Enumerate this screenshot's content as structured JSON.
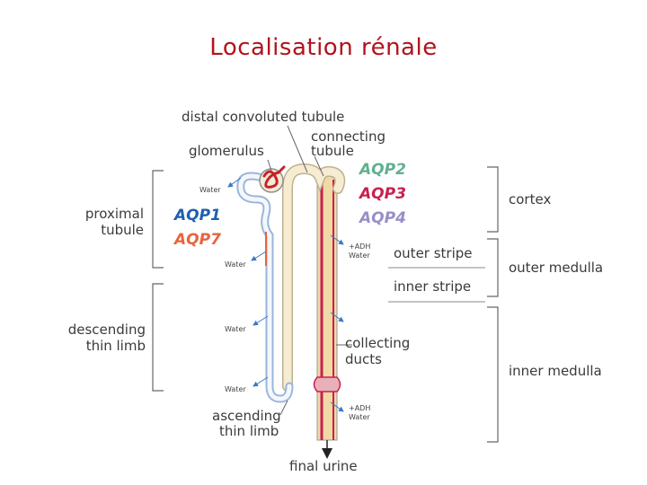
{
  "title": "Localisation rénale",
  "labels": {
    "distal_convoluted_tubule": "distal convoluted tubule",
    "connecting_tubule_line1": "connecting",
    "connecting_tubule_line2": "tubule",
    "glomerulus": "glomerulus",
    "proximal_line1": "proximal",
    "proximal_line2": "tubule",
    "descending_line1": "descending",
    "descending_line2": "thin limb",
    "ascending_line1": "ascending",
    "ascending_line2": "thin limb",
    "collecting_line1": "collecting",
    "collecting_line2": "ducts",
    "final_urine": "final urine",
    "water": "Water",
    "adh_line1": "+ADH",
    "adh_line2": "Water"
  },
  "aquaporins": {
    "aqp1": {
      "label": "AQP1",
      "color": "#1f5fb0"
    },
    "aqp7": {
      "label": "AQP7",
      "color": "#e8643c"
    },
    "aqp2": {
      "label": "AQP2",
      "color": "#5fb08f"
    },
    "aqp3": {
      "label": "AQP3",
      "color": "#c8204e"
    },
    "aqp4": {
      "label": "AQP4",
      "color": "#9a8ec6"
    }
  },
  "zones": {
    "cortex": "cortex",
    "outer_stripe": "outer stripe",
    "inner_stripe": "inner stripe",
    "outer_medulla": "outer medulla",
    "inner_medulla": "inner medulla"
  },
  "colors": {
    "title": "#b0141c",
    "tubule_fill": "#f5ecd2",
    "proximal_blue": "#3a78c8",
    "duct_fill": "#f1d9a6",
    "duct_red": "#c8204e",
    "glomerulus_red": "#c8202a",
    "water_arrow": "#3a78c8"
  }
}
